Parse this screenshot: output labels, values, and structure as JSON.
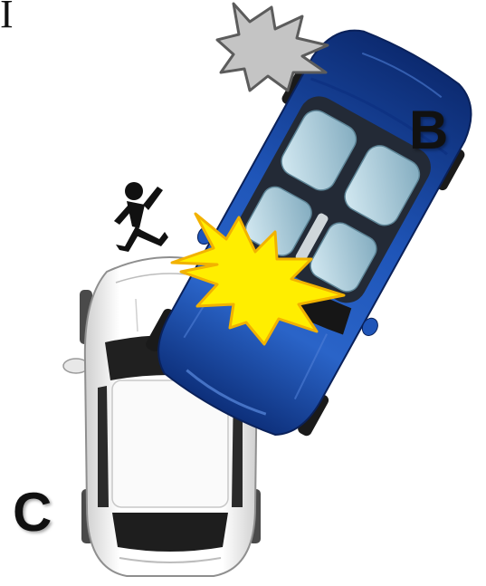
{
  "labels": {
    "top_left": "I",
    "car_b": "B",
    "car_c": "C"
  },
  "colors": {
    "car_b_body": "#1f4fb0",
    "car_c_body": "#f4f4f4",
    "impact_main": "#ffee00",
    "impact_main_outline": "#f2b200",
    "impact_minor": "#c4c4c4",
    "pedestrian": "#111111"
  },
  "icons": {
    "impact_main": "starburst-icon",
    "impact_minor": "starburst-icon",
    "pedestrian": "falling-person-icon"
  }
}
